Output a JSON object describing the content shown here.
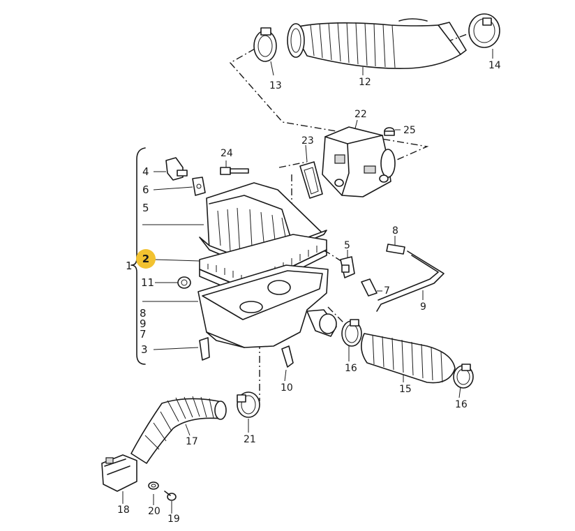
{
  "diagram": {
    "highlight_color": "#f2c230",
    "highlighted_label": "2",
    "group_label": "1",
    "left_column_labels": [
      "4",
      "6",
      "5",
      "2",
      "11",
      "8",
      "9",
      "7",
      "3"
    ],
    "part_labels": {
      "p7": "7",
      "p8": "8",
      "p9": "9",
      "p10": "10",
      "p12": "12",
      "p13": "13",
      "p14": "14",
      "p15": "15",
      "p16a": "16",
      "p16b": "16",
      "p17": "17",
      "p18": "18",
      "p19": "19",
      "p20": "20",
      "p21": "21",
      "p22": "22",
      "p23": "23",
      "p24": "24",
      "p25": "25",
      "p5": "5"
    }
  }
}
